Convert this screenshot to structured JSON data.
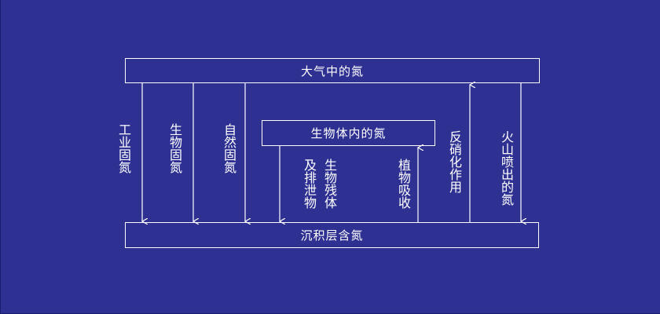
{
  "nodes": {
    "atmosphere": "大气中的氮",
    "organism": "生物体内的氮",
    "sediment": "沉积层含氮"
  },
  "flows": {
    "industrial_fixation": "工业固氮",
    "biological_fixation": "生物固氮",
    "natural_fixation": "自然固氮",
    "excretion_a": "生物残体",
    "excretion_b": "及排泄物",
    "plant_uptake": "植物吸收",
    "denitrification": "反硝化作用",
    "volcanic_eruption": "火山喷出的氮"
  },
  "colors": {
    "background": "#2e3192",
    "line": "#ffffff"
  }
}
